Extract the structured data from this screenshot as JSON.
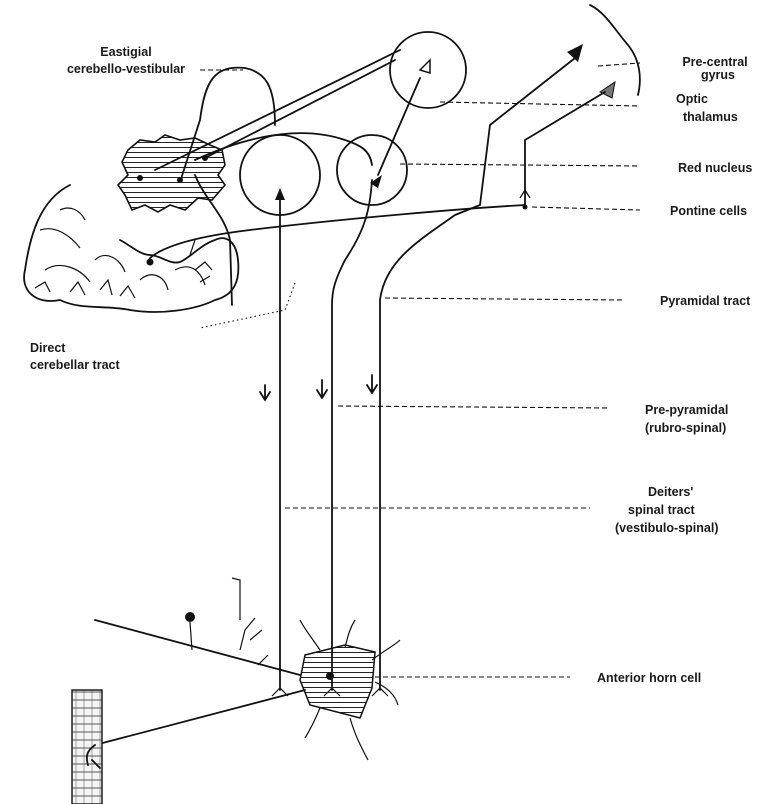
{
  "labels": {
    "fastigial_1": "Eastigial",
    "fastigial_2": "cerebello-vestibular",
    "precentral_1": "Pre-central",
    "precentral_2": "gyrus",
    "optic_1": "Optic",
    "optic_2": "thalamus",
    "red_nucleus": "Red nucleus",
    "pontine": "Pontine cells",
    "pyramidal": "Pyramidal tract",
    "direct_1": "Direct",
    "direct_2": "cerebellar tract",
    "prepyr_1": "Pre-pyramidal",
    "prepyr_2": "(rubro-spinal)",
    "deiters_1": "Deiters'",
    "deiters_2": "spinal tract",
    "deiters_3": "(vestibulo-spinal)",
    "anterior": "Anterior horn cell"
  }
}
